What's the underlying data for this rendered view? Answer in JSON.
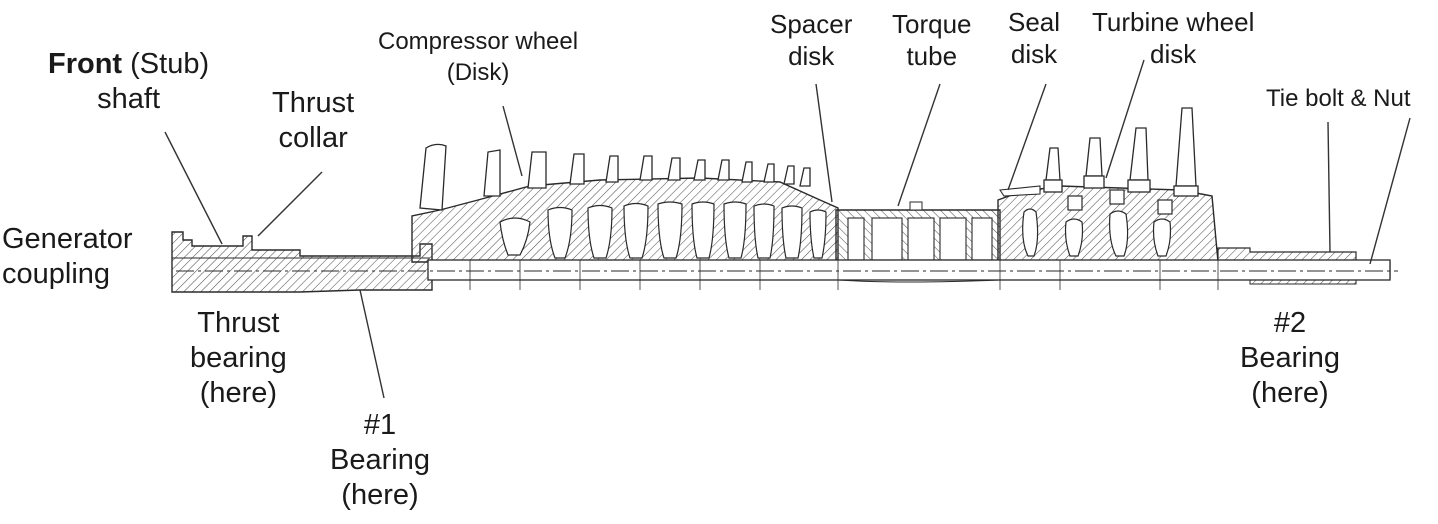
{
  "labels": {
    "front_bold": "Front",
    "front_rest": " (Stub)",
    "front_line2": "shaft",
    "thrust_collar_1": "Thrust",
    "thrust_collar_2": "collar",
    "compressor_1": "Compressor wheel",
    "compressor_2": "(Disk)",
    "spacer_1": "Spacer",
    "spacer_2": "disk",
    "torque_1": "Torque",
    "torque_2": "tube",
    "seal_1": "Seal",
    "seal_2": "disk",
    "turbine_1": "Turbine wheel",
    "turbine_2": "disk",
    "tie_bolt": "Tie bolt & Nut",
    "generator_1": "Generator",
    "generator_2": "coupling",
    "thrust_bearing_1": "Thrust",
    "thrust_bearing_2": "bearing",
    "thrust_bearing_3": "(here)",
    "bearing1_1": "#1",
    "bearing1_2": "Bearing",
    "bearing1_3": "(here)",
    "bearing2_1": "#2",
    "bearing2_2": "Bearing",
    "bearing2_3": "(here)"
  },
  "colors": {
    "line": "#2a2a2a",
    "hatch": "#444444",
    "background": "#ffffff"
  }
}
